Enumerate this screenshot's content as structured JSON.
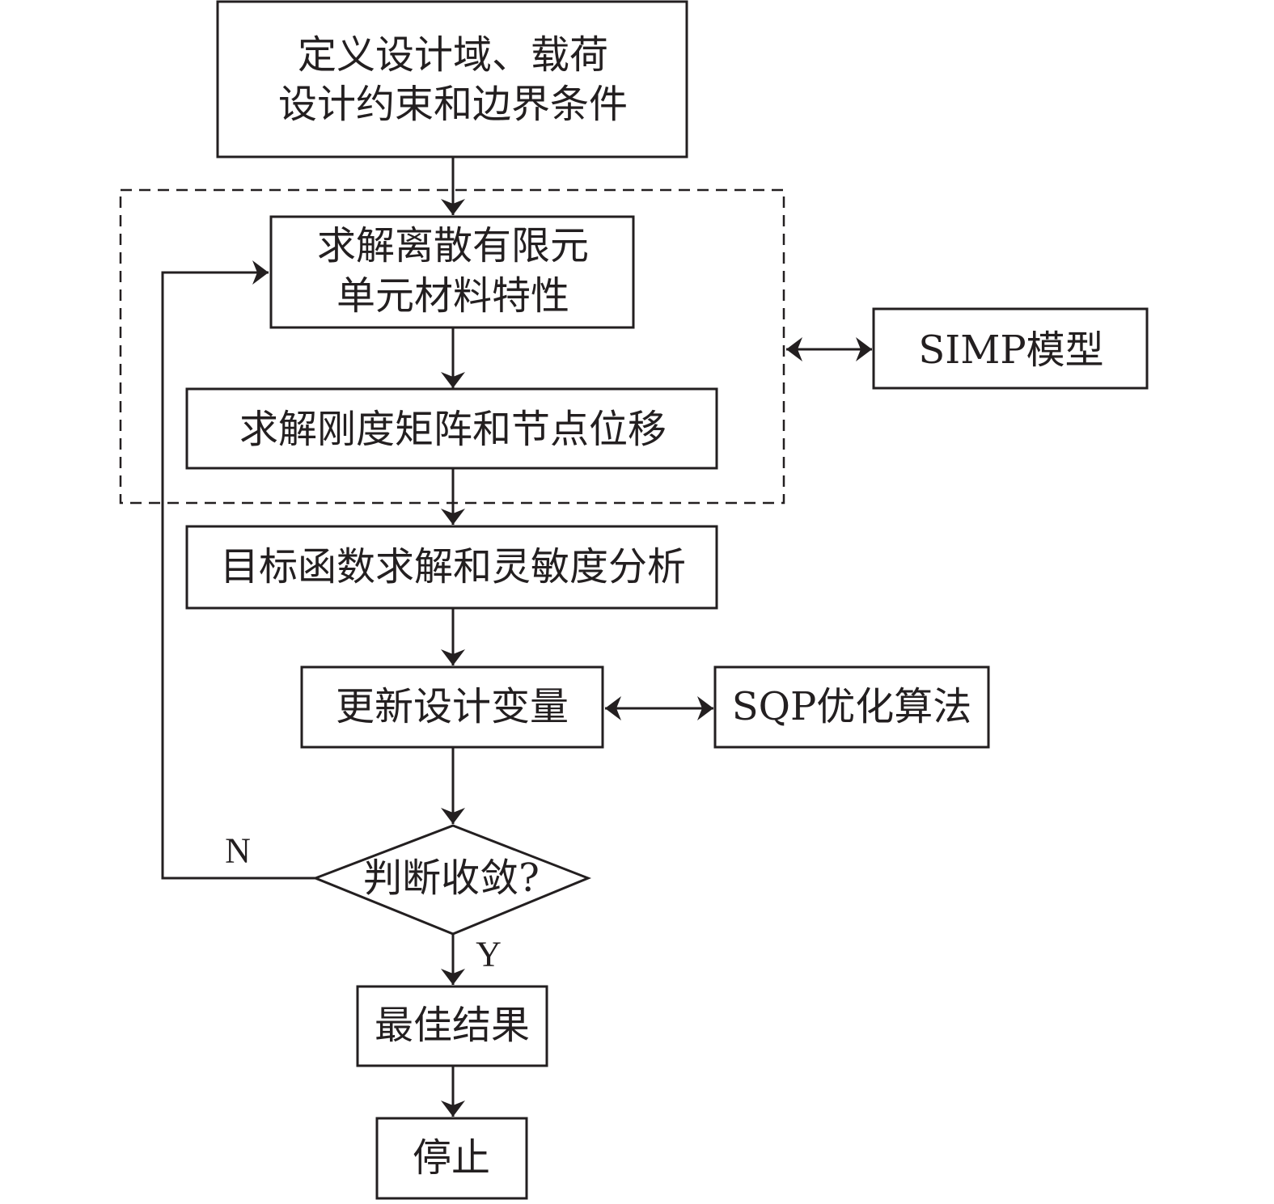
{
  "diagram": {
    "type": "flowchart",
    "colors": {
      "stroke": "#231f20",
      "background": "#ffffff"
    },
    "nodes": [
      {
        "id": "define",
        "shape": "rect",
        "lines": [
          "定义设计域、载荷",
          "设计约束和边界条件"
        ]
      },
      {
        "id": "material",
        "shape": "rect",
        "lines": [
          "求解离散有限元",
          "单元材料特性"
        ]
      },
      {
        "id": "stiffness",
        "shape": "rect",
        "lines": [
          "求解刚度矩阵和节点位移"
        ]
      },
      {
        "id": "simp",
        "shape": "rect",
        "lines": [
          "SIMP模型"
        ]
      },
      {
        "id": "objective",
        "shape": "rect",
        "lines": [
          "目标函数求解和灵敏度分析"
        ]
      },
      {
        "id": "update",
        "shape": "rect",
        "lines": [
          "更新设计变量"
        ]
      },
      {
        "id": "sqp",
        "shape": "rect",
        "lines": [
          "SQP优化算法"
        ]
      },
      {
        "id": "converge",
        "shape": "diamond",
        "lines": [
          "判断收敛?"
        ]
      },
      {
        "id": "best",
        "shape": "rect",
        "lines": [
          "最佳结果"
        ]
      },
      {
        "id": "stop",
        "shape": "rect",
        "lines": [
          "停止"
        ]
      }
    ],
    "groups": [
      {
        "id": "fea-group",
        "style": "dashed",
        "contains": [
          "material",
          "stiffness"
        ]
      }
    ],
    "edges": [
      {
        "from": "define",
        "to": "material",
        "label": ""
      },
      {
        "from": "material",
        "to": "stiffness",
        "label": ""
      },
      {
        "from": "stiffness",
        "to": "objective",
        "label": ""
      },
      {
        "from": "fea-group",
        "to": "simp",
        "label": "",
        "bidirectional": true
      },
      {
        "from": "objective",
        "to": "update",
        "label": ""
      },
      {
        "from": "update",
        "to": "sqp",
        "label": "",
        "bidirectional": true
      },
      {
        "from": "update",
        "to": "converge",
        "label": ""
      },
      {
        "from": "converge",
        "to": "material",
        "label": "N"
      },
      {
        "from": "converge",
        "to": "best",
        "label": "Y"
      },
      {
        "from": "best",
        "to": "stop",
        "label": ""
      }
    ],
    "edge_labels": {
      "no": "N",
      "yes": "Y"
    }
  }
}
